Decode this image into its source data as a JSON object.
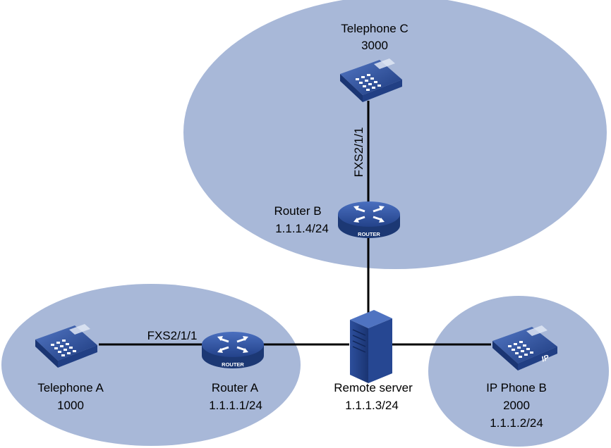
{
  "colors": {
    "zone_fill": "#a8b8d8",
    "device_dark": "#1f3f86",
    "device_mid": "#3a5ea8",
    "link": "#000000"
  },
  "devices": {
    "telephone_c": {
      "name": "Telephone C",
      "number": "3000",
      "icon": "telephone-icon"
    },
    "router_b": {
      "name": "Router B",
      "ip": "1.1.1.4/24",
      "badge": "ROUTER",
      "icon": "router-icon"
    },
    "telephone_a": {
      "name": "Telephone A",
      "number": "1000",
      "icon": "telephone-icon"
    },
    "router_a": {
      "name": "Router A",
      "ip": "1.1.1.1/24",
      "badge": "ROUTER",
      "icon": "router-icon"
    },
    "remote_server": {
      "name": "Remote server",
      "ip": "1.1.1.3/24",
      "icon": "server-icon"
    },
    "ip_phone_b": {
      "name": "IP Phone B",
      "number": "2000",
      "ip": "1.1.1.2/24",
      "badge": "IP",
      "icon": "ip-phone-icon"
    }
  },
  "links": {
    "c_to_b_port": "FXS2/1/1",
    "a_to_ra_port": "FXS2/1/1"
  }
}
